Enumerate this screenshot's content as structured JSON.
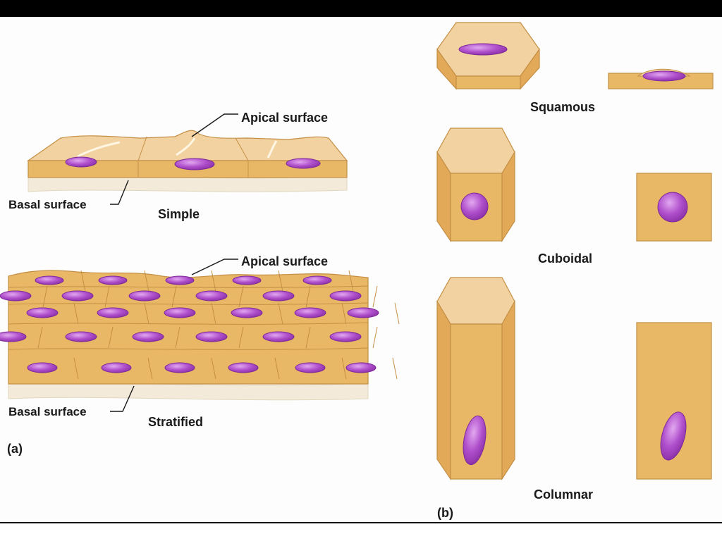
{
  "panel_a": {
    "simple": {
      "apical_label": "Apical surface",
      "basal_label": "Basal surface",
      "name": "Simple"
    },
    "stratified": {
      "apical_label": "Apical surface",
      "basal_label": "Basal surface",
      "name": "Stratified"
    },
    "panel_label": "(a)"
  },
  "panel_b": {
    "squamous": "Squamous",
    "cuboidal": "Cuboidal",
    "columnar": "Columnar",
    "panel_label": "(b)"
  },
  "colors": {
    "cell_body": "#e9b866",
    "cell_top": "#f1d2a0",
    "cell_edge": "#c48f45",
    "nucleus": "#a845c4",
    "nucleus_light": "#d89ae8",
    "connective": "#f3ead9",
    "label_text": "#1a1a1a"
  }
}
